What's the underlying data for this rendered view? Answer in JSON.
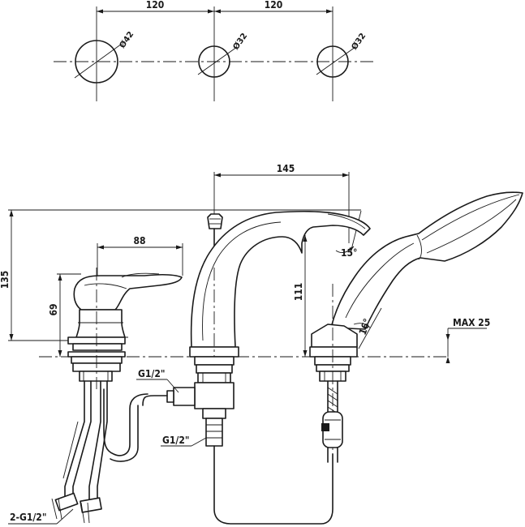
{
  "top_view": {
    "spacing_left": "120",
    "spacing_right": "120",
    "hole_left": "Ø42",
    "hole_middle": "Ø32",
    "hole_right": "Ø32"
  },
  "side_view": {
    "spout_reach": "145",
    "total_height": "135",
    "spout_angle": "15°",
    "spout_height": "111",
    "handle_length": "88",
    "handle_height": "69",
    "shower_angle": "16°",
    "max_thickness": "MAX 25",
    "thread_upper": "G1/2\"",
    "thread_lower": "G1/2\"",
    "hose_thread": "2-G1/2\""
  }
}
